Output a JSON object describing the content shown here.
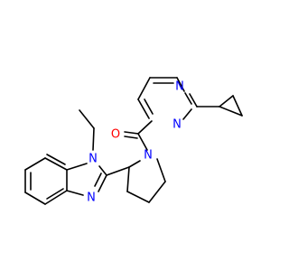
{
  "structure": {
    "atoms": {
      "n_pyrimidine_top": {
        "label": "N",
        "color": "#0000ff"
      },
      "n_pyrimidine_bottom": {
        "label": "N",
        "color": "#0000ff"
      },
      "o_carbonyl": {
        "label": "O",
        "color": "#ff0000"
      },
      "n_pyrrolidine": {
        "label": "N",
        "color": "#0000ff"
      },
      "n_benzimidazole_ethyl": {
        "label": "N",
        "color": "#0000ff"
      },
      "n_benzimidazole_imine": {
        "label": "N",
        "color": "#0000ff"
      }
    },
    "bond_color": "#000000",
    "background": "#ffffff"
  }
}
